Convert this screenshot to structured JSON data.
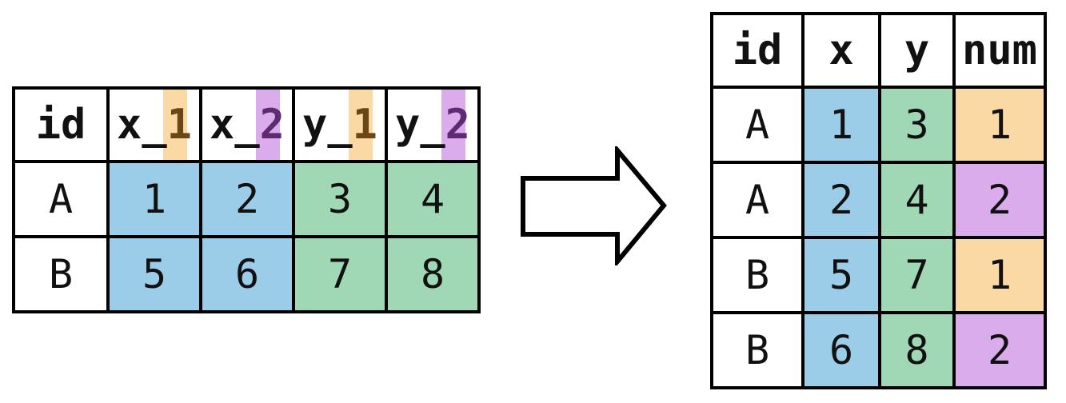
{
  "palette": {
    "white": "#FFFFFF",
    "blue": "#9BCCE8",
    "green": "#A0D8B5",
    "orange": "#FAD9A4",
    "purple": "#DAACEC",
    "dark_orange_text": "#6B4718",
    "dark_purple_text": "#5E2A72",
    "line": "#000000"
  },
  "left_table": {
    "headers": [
      {
        "text": "id"
      },
      {
        "prefix": "x_",
        "suffix": "1",
        "band": "orange",
        "suffix_color": "dark_orange_text"
      },
      {
        "prefix": "x_",
        "suffix": "2",
        "band": "purple",
        "suffix_color": "dark_purple_text"
      },
      {
        "prefix": "y_",
        "suffix": "1",
        "band": "orange",
        "suffix_color": "dark_orange_text"
      },
      {
        "prefix": "y_",
        "suffix": "2",
        "band": "purple",
        "suffix_color": "dark_purple_text"
      }
    ],
    "rows": [
      {
        "cells": [
          {
            "text": "A",
            "bg": "white"
          },
          {
            "text": "1",
            "bg": "blue"
          },
          {
            "text": "2",
            "bg": "blue"
          },
          {
            "text": "3",
            "bg": "green"
          },
          {
            "text": "4",
            "bg": "green"
          }
        ]
      },
      {
        "cells": [
          {
            "text": "B",
            "bg": "white"
          },
          {
            "text": "5",
            "bg": "blue"
          },
          {
            "text": "6",
            "bg": "blue"
          },
          {
            "text": "7",
            "bg": "green"
          },
          {
            "text": "8",
            "bg": "green"
          }
        ]
      }
    ]
  },
  "arrow": {
    "meaning": "transforms-into"
  },
  "right_table": {
    "headers": [
      {
        "text": "id"
      },
      {
        "text": "x"
      },
      {
        "text": "y"
      },
      {
        "text": "num"
      }
    ],
    "rows": [
      {
        "cells": [
          {
            "text": "A",
            "bg": "white"
          },
          {
            "text": "1",
            "bg": "blue"
          },
          {
            "text": "3",
            "bg": "green"
          },
          {
            "text": "1",
            "bg": "orange"
          }
        ]
      },
      {
        "cells": [
          {
            "text": "A",
            "bg": "white"
          },
          {
            "text": "2",
            "bg": "blue"
          },
          {
            "text": "4",
            "bg": "green"
          },
          {
            "text": "2",
            "bg": "purple"
          }
        ]
      },
      {
        "cells": [
          {
            "text": "B",
            "bg": "white"
          },
          {
            "text": "5",
            "bg": "blue"
          },
          {
            "text": "7",
            "bg": "green"
          },
          {
            "text": "1",
            "bg": "orange"
          }
        ]
      },
      {
        "cells": [
          {
            "text": "B",
            "bg": "white"
          },
          {
            "text": "6",
            "bg": "blue"
          },
          {
            "text": "8",
            "bg": "green"
          },
          {
            "text": "2",
            "bg": "purple"
          }
        ]
      }
    ]
  }
}
